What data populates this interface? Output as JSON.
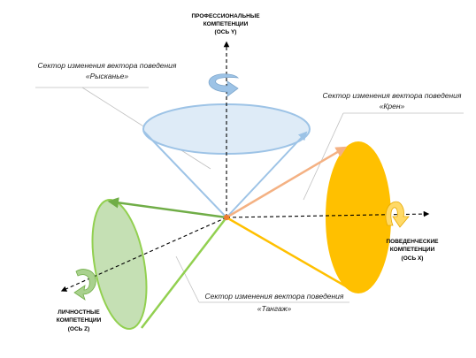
{
  "axes": {
    "y": {
      "line1": "ПРОФЕССИОНАЛЬНЫЕ",
      "line2": "КОМПЕТЕНЦИИ",
      "line3": "(ОСЬ Y)"
    },
    "x": {
      "line1": "ПОВЕДЕНЧЕСКИЕ",
      "line2": "КОМПЕТЕНЦИИ",
      "line3": "(ОСЬ X)"
    },
    "z": {
      "line1": "ЛИЧНОСТНЫЕ",
      "line2": "КОМПЕТЕНЦИИ",
      "line3": "(ОСЬ Z)"
    }
  },
  "sectors": {
    "yaw": {
      "line1": "Сектор изменения вектора поведения",
      "line2": "«Рысканье»"
    },
    "roll": {
      "line1": "Сектор изменения вектора поведения",
      "line2": "«Крен»"
    },
    "pitch": {
      "line1": "Сектор изменения вектора поведения",
      "line2": "«Тангаж»"
    }
  },
  "colors": {
    "yaw": "#9dc3e6",
    "yaw_fill": "#deebf7",
    "roll": "#ffc000",
    "roll_vector": "#f4b183",
    "pitch": "#92d050",
    "pitch_fill": "#c5e0b4",
    "pitch_vector": "#70ad47",
    "origin": "#ed7d31"
  },
  "icons": {
    "yaw": "rotation-arrow-icon",
    "roll": "rotation-arrow-icon",
    "pitch": "rotation-arrow-icon"
  }
}
